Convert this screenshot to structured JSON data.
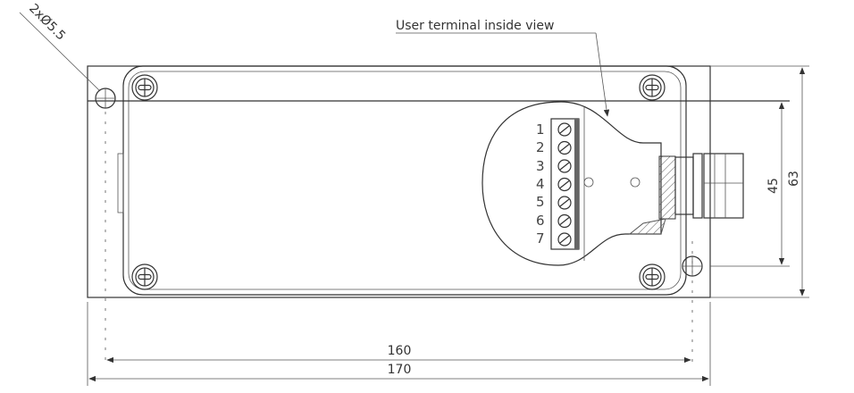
{
  "hole_callout": "2xØ5.5",
  "terminal_callout": "User terminal inside view",
  "terminal_numbers": [
    "1",
    "2",
    "3",
    "4",
    "5",
    "6",
    "7"
  ],
  "dimensions": {
    "inner_height": "45",
    "outer_height": "63",
    "hole_spacing": "160",
    "overall_length": "170"
  },
  "colors": {
    "line": "#333333",
    "text_accent": "#c98a4a"
  }
}
